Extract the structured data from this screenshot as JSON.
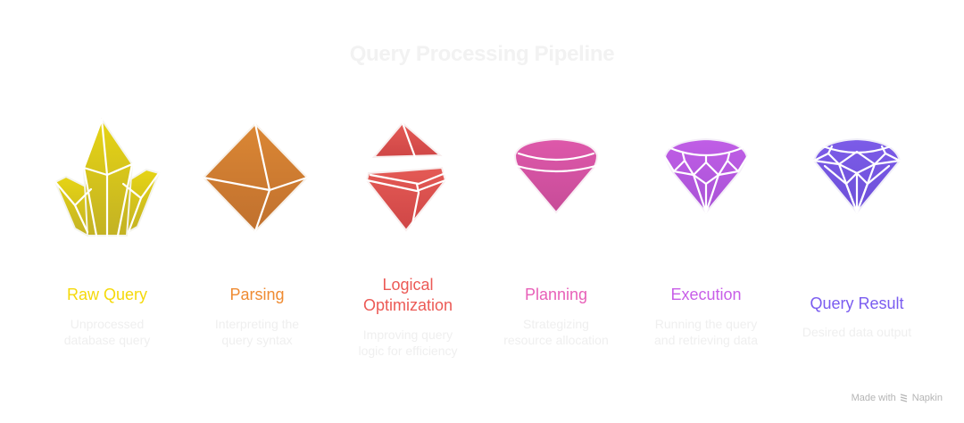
{
  "title": "Query Processing Pipeline",
  "steps": [
    {
      "label": "Raw Query",
      "description": "Unprocessed database query",
      "color": "#f5d90a",
      "icon": "crystal-cluster-icon",
      "icon_color": "#d4c21a"
    },
    {
      "label": "Parsing",
      "description": "Interpreting the query syntax",
      "color": "#ef8b32",
      "icon": "octahedron-gem-icon",
      "icon_color": "#d07c30"
    },
    {
      "label": "Logical Optimization",
      "description": "Improving query logic for efficiency",
      "color": "#ec5a56",
      "icon": "split-gem-icon",
      "icon_color": "#e0504c"
    },
    {
      "label": "Planning",
      "description": "Strategizing resource allocation",
      "color": "#e860b8",
      "icon": "cone-gem-icon",
      "icon_color": "#d955a6"
    },
    {
      "label": "Execution",
      "description": "Running the query and retrieving data",
      "color": "#c85ee8",
      "icon": "faceted-gem-icon",
      "icon_color": "#b75ae0"
    },
    {
      "label": "Query Result",
      "description": "Desired data output",
      "color": "#7a5cf0",
      "icon": "brilliant-diamond-icon",
      "icon_color": "#7a5ae8"
    }
  ],
  "footer": {
    "made_with": "Made with",
    "brand": "Napkin"
  }
}
